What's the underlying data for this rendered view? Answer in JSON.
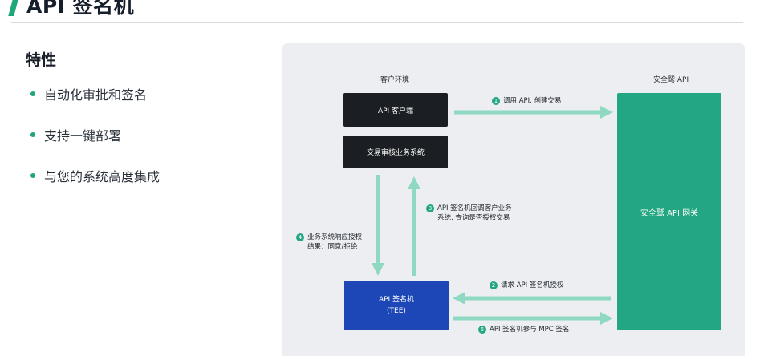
{
  "header": {
    "title": "API 签名机"
  },
  "features": {
    "title": "特性",
    "items": [
      {
        "label": "自动化审批和签名"
      },
      {
        "label": "支持一键部署"
      },
      {
        "label": "与您的系统高度集成"
      }
    ]
  },
  "diagram": {
    "zone_customer": "客户环境",
    "zone_gateway": "安全鹫 API",
    "api_client": "API 客户端",
    "review_system": "交易审核业务系统",
    "signer_line1": "API 签名机",
    "signer_line2": "(TEE)",
    "gateway": "安全鹫 API 网关",
    "steps": [
      {
        "num": "1",
        "text": "调用 API, 创建交易"
      },
      {
        "num": "2",
        "text": "请求 API 签名机授权"
      },
      {
        "num": "3",
        "line1": "API 签名机回调客户业务",
        "line2": "系统, 查询是否授权交易"
      },
      {
        "num": "4",
        "line1": "业务系统响应授权",
        "line2": "结果：同意/拒绝"
      },
      {
        "num": "5",
        "text": "API 签名机参与 MPC 签名"
      }
    ]
  },
  "colors": {
    "accent": "#1fa67a",
    "arrow": "#8fd8c1",
    "gateway": "#23a683",
    "signer": "#1d46b6",
    "dark_box": "#1b1e22"
  }
}
